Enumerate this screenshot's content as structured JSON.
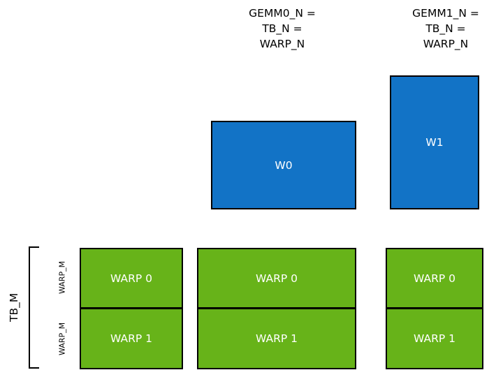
{
  "diagram": {
    "title_columns": [
      {
        "text": "GEMM0_N =\nTB_N =\nWARP_N"
      },
      {
        "text": "GEMM1_N =\nTB_N =\nWARP_N"
      }
    ],
    "warp_boxes": [
      {
        "label": "W0"
      },
      {
        "label": "W1"
      }
    ],
    "warp_columns": [
      {
        "rows": [
          {
            "label": "WARP 0"
          },
          {
            "label": "WARP 1"
          }
        ]
      },
      {
        "rows": [
          {
            "label": "WARP 0"
          },
          {
            "label": "WARP 1"
          }
        ]
      },
      {
        "rows": [
          {
            "label": "WARP 0"
          },
          {
            "label": "WARP 1"
          }
        ]
      }
    ],
    "side_labels": {
      "tb_m": "TB_M",
      "warp_m_top": "WARP_M",
      "warp_m_bottom": "WARP_M"
    },
    "colors": {
      "blue": "#1273c6",
      "green": "#67b319",
      "outline": "#000000",
      "text_on_fill": "#ffffff",
      "background": "#ffffff"
    }
  }
}
